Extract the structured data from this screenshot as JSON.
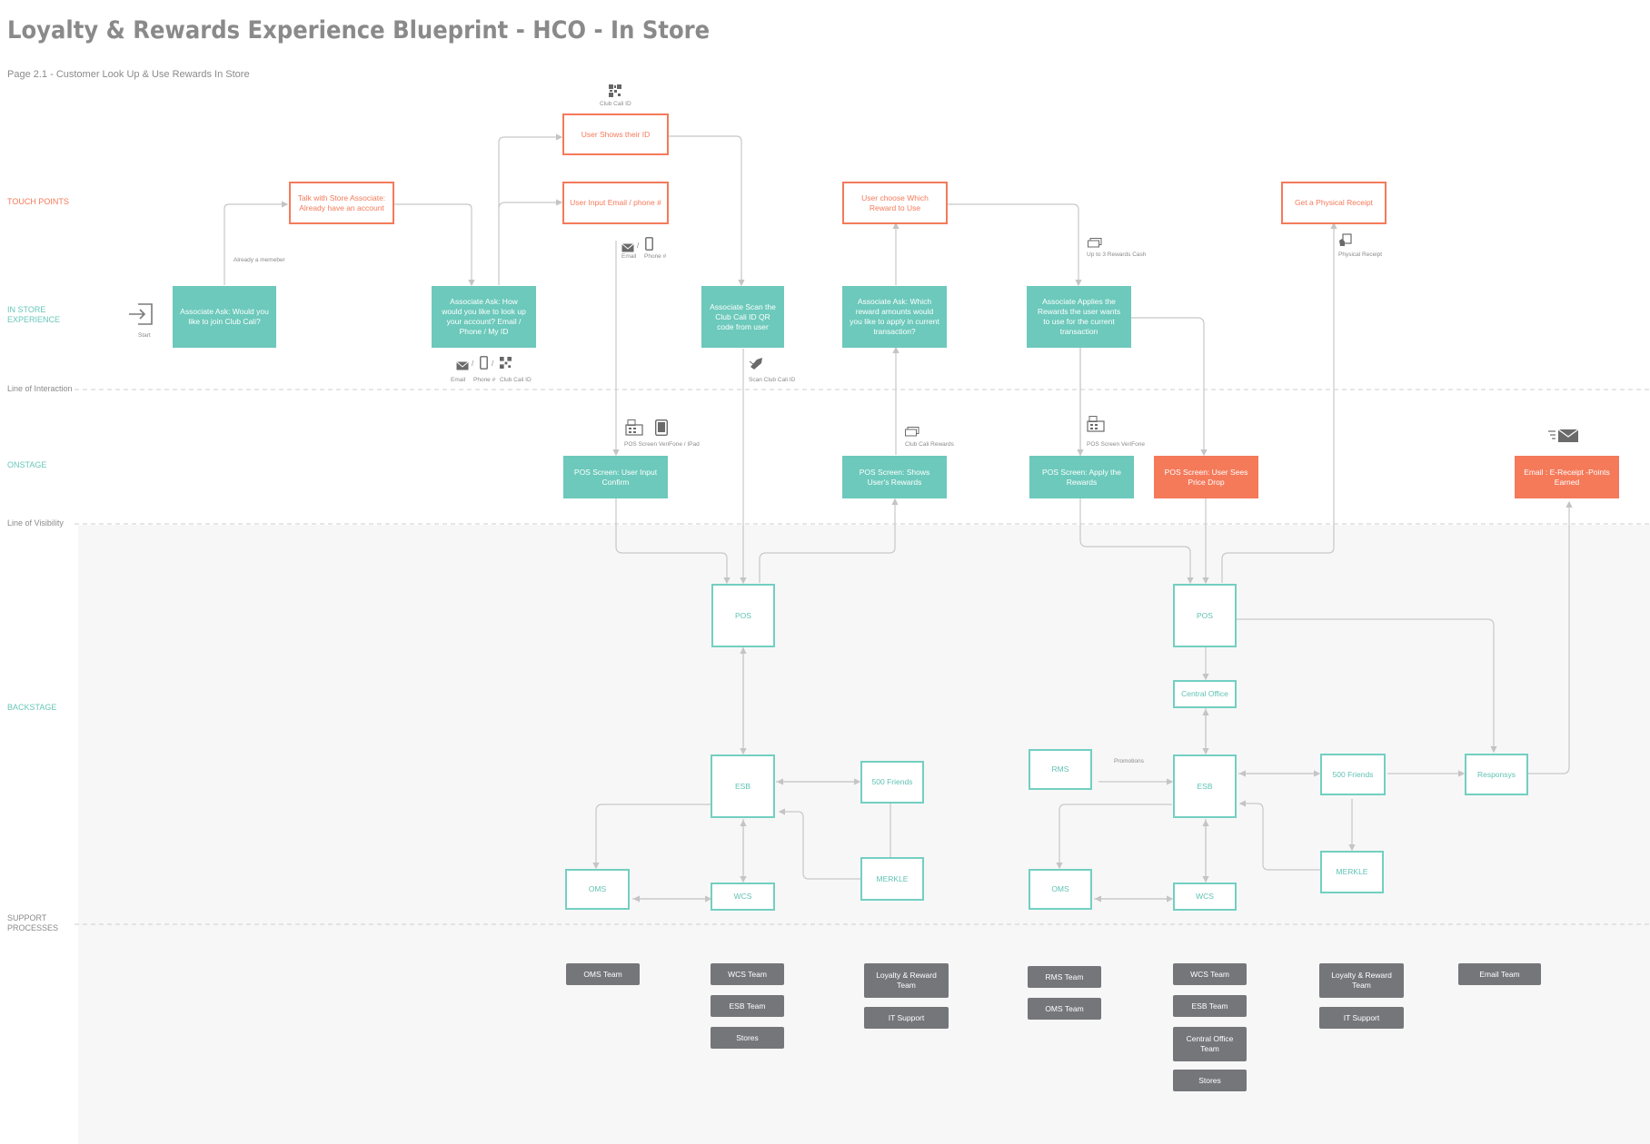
{
  "header": {
    "title": "Loyalty & Rewards Experience Blueprint - HCO - In Store",
    "subtitle": "Page 2.1 - Customer Look Up & Use Rewards In Store"
  },
  "lanes": {
    "touch_points": "TOUCH POINTS",
    "in_store_1": "IN STORE",
    "in_store_2": "EXPERIENCE",
    "line_of_interaction": "Line of Interaction",
    "onstage": "ONSTAGE",
    "line_of_visibility": "Line of Visibility",
    "backstage": "BACKSTAGE",
    "support_1": "SUPPORT",
    "support_2": "PROCESSES"
  },
  "colors": {
    "touch": "#f47a5a",
    "teal": "#6cc9bb",
    "orange": "#f47a5a",
    "support": "#75767a"
  },
  "touch_points": {
    "talk": "Talk with Store Associate: Already have an account",
    "shows_id": "User Shows their ID",
    "input_email": "User Input Email / phone #",
    "choose_reward": "User choose Which Reward to Use",
    "physical_receipt": "Get a Physical Receipt"
  },
  "experience": {
    "ask_join": "Associate Ask: Would you like to join Club Cali?",
    "ask_lookup": "Associate Ask: How would you like to look up your account? Email / Phone / My ID",
    "scan": "Associate Scan the Club Cali ID QR code from user",
    "ask_amount": "Associate Ask: Which reward amounts would you like to apply in current transaction?",
    "applies": "Associate Applies the Rewards the user wants to use for the current transaction"
  },
  "onstage": {
    "input_confirm": "POS Screen: User Input Confirm",
    "shows_rewards": "POS Screen: Shows User's Rewards",
    "apply_rewards": "POS Screen: Apply the Rewards",
    "price_drop": "POS Screen: User Sees Price Drop",
    "email": "Email : E-Receipt -Points Earned"
  },
  "backstage": {
    "pos": "POS",
    "esb": "ESB",
    "friends": "500 Friends",
    "merkle": "MERKLE",
    "oms": "OMS",
    "wcs": "WCS",
    "central": "Central Office",
    "rms": "RMS",
    "responsys": "Responsys"
  },
  "support": {
    "oms_team": "OMS Team",
    "wcs_team": "WCS Team",
    "esb_team": "ESB Team",
    "stores": "Stores",
    "loyalty_team": "Loyalty & Reward Team",
    "it_support": "IT Support",
    "rms_team": "RMS Team",
    "central_team": "Central Office Team",
    "email_team": "Email Team"
  },
  "annotations": {
    "club_cali_id": "Club Cali ID",
    "start": "Start",
    "already_member": "Already a memeber",
    "email": "Email",
    "phone": "Phone #",
    "slash": "/",
    "scan_id": "Scan Club Cali ID",
    "pos_verifone_ipad": "POS Screen VeriFone / IPad",
    "club_cali_rewards": "Club Cali Rewards",
    "up_to_rewards": "Up to 3 Rewards Cash",
    "pos_verifone": "POS Screen VeriFone",
    "physical_receipt": "Physical Receipt",
    "promotions": "Promotions"
  },
  "icons": [
    "start-icon",
    "qr-icon",
    "mail-icon",
    "phone-icon",
    "scanner-icon",
    "pos-terminal-icon",
    "tablet-icon",
    "reward-card-icon",
    "receipt-icon",
    "email-sent-icon"
  ]
}
